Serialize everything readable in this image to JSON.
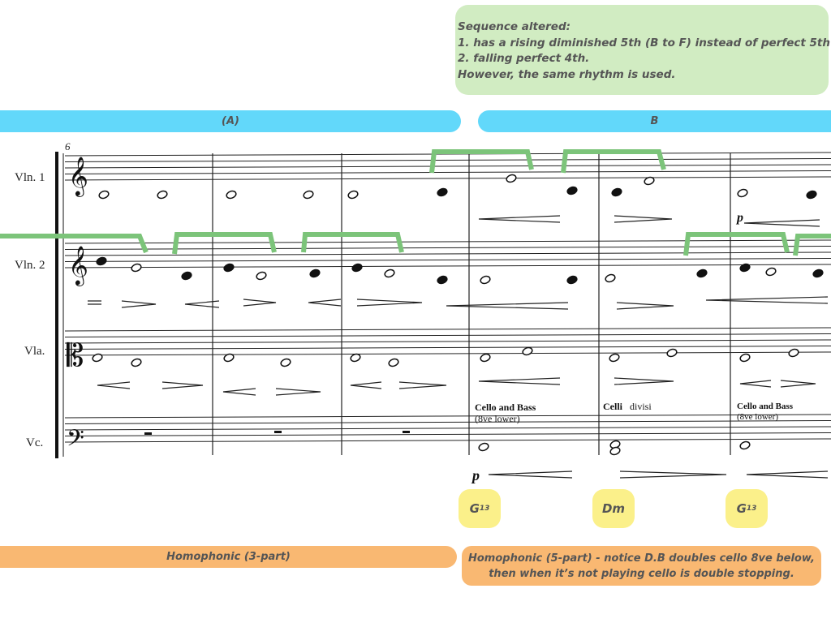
{
  "annotation_note": {
    "title": "Sequence altered:",
    "lines": [
      "1.  has a rising diminished 5th (B to F) instead of perfect 5th",
      "2.  falling perfect 4th.",
      "However, the same rhythm is used."
    ]
  },
  "sections": [
    {
      "label": "(A)"
    },
    {
      "label": "B"
    }
  ],
  "score": {
    "measure_number": "6",
    "instruments": [
      "Vln. 1",
      "Vln. 2",
      "Vla.",
      "Vc."
    ],
    "performance_notes": [
      {
        "bold": "Cello and Bass",
        "sub": "(8ve lower)"
      },
      {
        "bold": "Celli",
        "sub": " divisi"
      },
      {
        "bold": "Cello and Bass",
        "sub": "(8ve lower)"
      }
    ],
    "dynamics": {
      "piano_vln1": "p",
      "piano_vc": "p"
    }
  },
  "chords": [
    {
      "root": "G",
      "ext": "13"
    },
    {
      "root": "Dm",
      "ext": ""
    },
    {
      "root": "G",
      "ext": "13"
    }
  ],
  "textures": [
    {
      "label": "Homophonic (3-part)"
    },
    {
      "line1": "Homophonic (5-part) - notice D.B doubles cello 8ve below,",
      "line2": "then when it’s not playing cello is double stopping."
    }
  ],
  "colors": {
    "note_bg": "#d1ecc2",
    "section_bar": "#62d8fa",
    "chord_bg": "#fbf08a",
    "texture_bg": "#f9b872",
    "bracket_green": "#7cc47a"
  }
}
